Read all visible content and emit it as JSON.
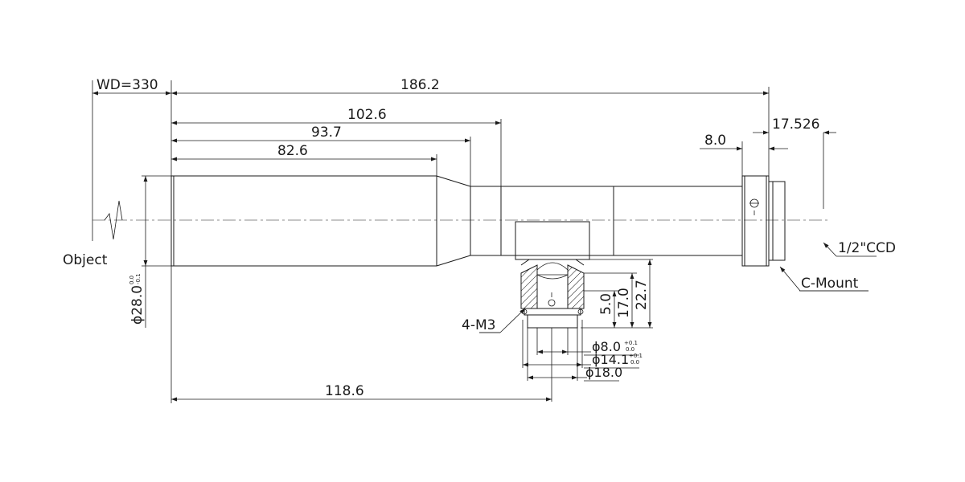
{
  "dimensions": {
    "wd": "WD=330",
    "total_length": "186.2",
    "d_102_6": "102.6",
    "d_93_7": "93.7",
    "d_82_6": "82.6",
    "d_8_0": "8.0",
    "d_17_526": "17.526",
    "d_118_6": "118.6",
    "d_5_0": "5.0",
    "d_17_0": "17.0",
    "d_22_7": "22.7",
    "dia_28": "ϕ28.0",
    "dia_28_tol_upper": "0.0",
    "dia_28_tol_lower": "-0.1",
    "dia_8": "ϕ8.0",
    "dia_8_tol_upper": "+0.1",
    "dia_8_tol_lower": "0.0",
    "dia_14_1": "ϕ14.1",
    "dia_14_1_tol_upper": "+0.1",
    "dia_14_1_tol_lower": "0.0",
    "dia_18": "ϕ18.0"
  },
  "labels": {
    "object": "Object",
    "ccd": "1/2\"CCD",
    "c_mount": "C-Mount",
    "thread": "4-M3"
  },
  "colors": {
    "line": "#1a1a1a",
    "centerline": "#6a6a6a",
    "background": "#ffffff"
  }
}
